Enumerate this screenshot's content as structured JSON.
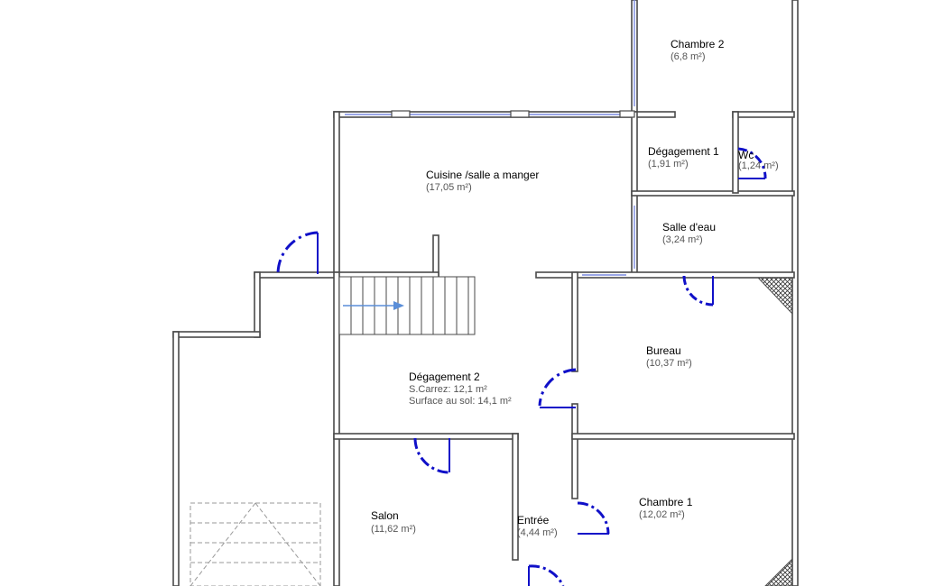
{
  "colors": {
    "wall_fill": "#ffffff",
    "wall_stroke": "#4a4a4a",
    "door_arc": "#1010c8",
    "window": "#7a8ae0",
    "text": "#000000",
    "subtext": "#555555",
    "hatch": "#333333",
    "stair_arrow": "#5a8ed8",
    "parking_dash": "#999999"
  },
  "rooms": {
    "chambre2": {
      "name": "Chambre 2",
      "area": "(6,8 m²)"
    },
    "degagement1": {
      "name": "Dégagement 1",
      "area": "(1,91 m²)"
    },
    "wc": {
      "name": "Wc",
      "area": "(1,24 m²)"
    },
    "cuisine": {
      "name": "Cuisine /salle a manger",
      "area": "(17,05 m²)"
    },
    "salle_eau": {
      "name": "Salle d'eau",
      "area": "(3,24 m²)"
    },
    "bureau": {
      "name": "Bureau",
      "area": "(10,37 m²)"
    },
    "degagement2": {
      "name": "Dégagement 2",
      "line1": "S.Carrez: 12,1 m²",
      "line2": "Surface au sol: 14,1 m²"
    },
    "salon": {
      "name": "Salon",
      "area": "(11,62 m²)"
    },
    "entree": {
      "name": "Entrée",
      "area": "(4,44 m²)"
    },
    "chambre1": {
      "name": "Chambre 1",
      "area": "(12,02 m²)"
    }
  }
}
